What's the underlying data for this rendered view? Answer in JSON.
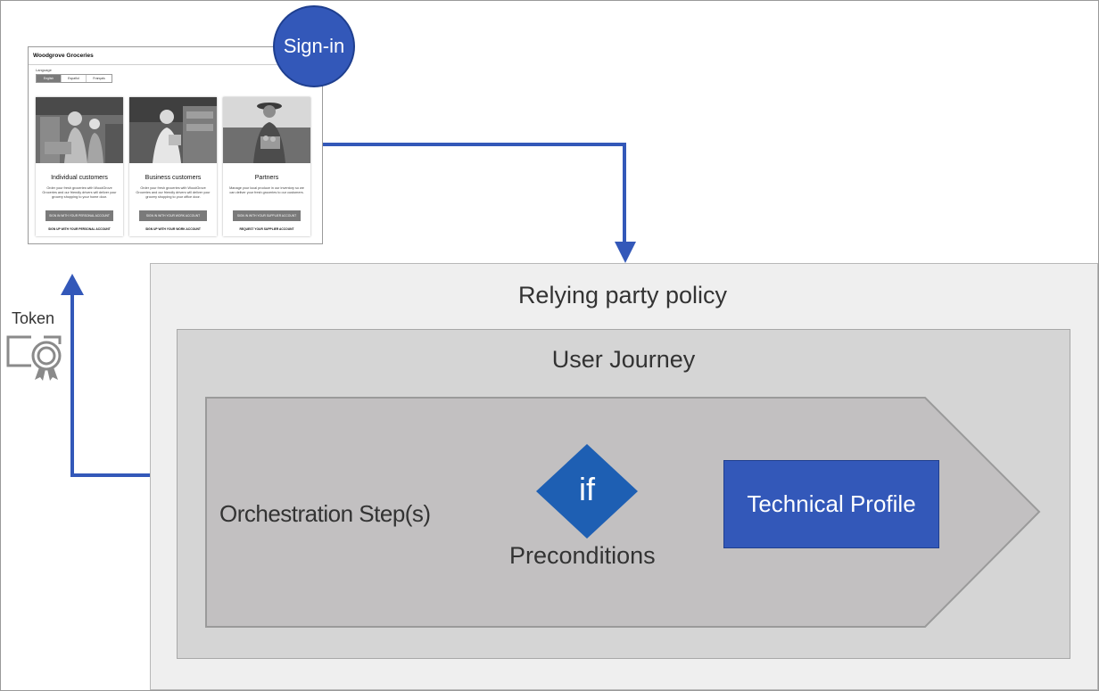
{
  "mock_page": {
    "brand": "Woodgrove Groceries",
    "language_label": "Language",
    "languages": [
      {
        "label": "English",
        "active": true
      },
      {
        "label": "Español",
        "active": false
      },
      {
        "label": "Français",
        "active": false
      }
    ],
    "cards": [
      {
        "title": "Individual customers",
        "description": "Order your fresh groceries with WoodGrove Groceries and our friendly drivers will deliver your grocery shopping to your home door.",
        "button": "SIGN IN WITH YOUR PERSONAL ACCOUNT",
        "link": "SIGN UP WITH YOUR PERSONAL ACCOUNT"
      },
      {
        "title": "Business customers",
        "description": "Order your fresh groceries with WoodGrove Groceries and our friendly drivers will deliver your grocery shopping to your office door.",
        "button": "SIGN IN WITH YOUR WORK ACCOUNT",
        "link": "SIGN UP WITH YOUR WORK ACCOUNT"
      },
      {
        "title": "Partners",
        "description": "Manage your local produce in our inventory so we can deliver your fresh groceries to our customers.",
        "button": "SIGN IN WITH YOUR SUPPLIER ACCOUNT",
        "link": "REQUEST YOUR SUPPLIER ACCOUNT"
      }
    ]
  },
  "signin_label": "Sign-in",
  "token_label": "Token",
  "relying_party_title": "Relying party policy",
  "user_journey_title": "User Journey",
  "orchestration_label": "Orchestration Step(s)",
  "condition_symbol": "if",
  "preconditions_label": "Preconditions",
  "technical_profile_label": "Technical Profile",
  "colors": {
    "accent_blue": "#3358b9",
    "relying_party_bg": "#efefef",
    "user_journey_bg": "#d5d5d5",
    "orchestration_bg": "#c2c0c1"
  },
  "icons": [
    "certificate-icon",
    "precondition-diamond-icon"
  ]
}
